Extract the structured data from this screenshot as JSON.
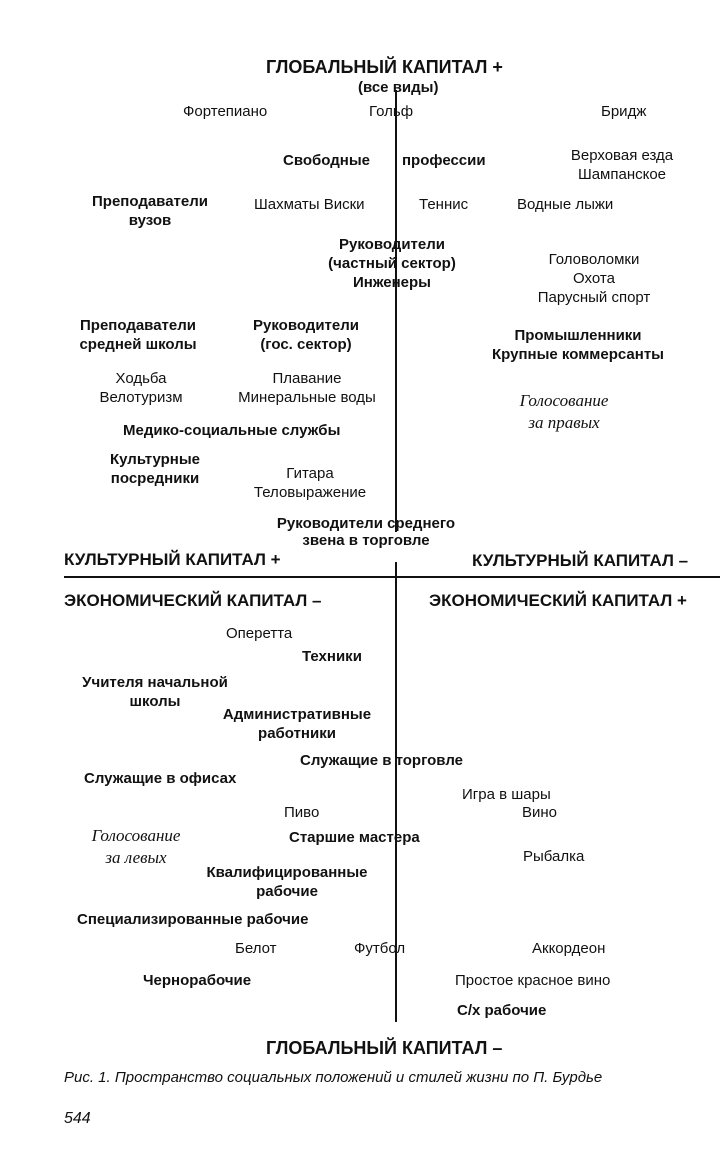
{
  "top_label": "ГЛОБАЛЬНЫЙ КАПИТАЛ +",
  "top_sub": "(все виды)",
  "bottom_label": "ГЛОБАЛЬНЫЙ КАПИТАЛ –",
  "left_upper_axis": "КУЛЬТУРНЫЙ КАПИТАЛ +",
  "right_upper_axis": "КУЛЬТУРНЫЙ КАПИТАЛ –",
  "left_lower_axis": "ЭКОНОМИЧЕСКИЙ КАПИТАЛ –",
  "right_lower_axis": "ЭКОНОМИЧЕСКИЙ КАПИТАЛ +",
  "items": {
    "fortepiano": "Фортепиано",
    "golf": "Гольф",
    "bridge": "Бридж",
    "free_prof_1": "Свободные",
    "free_prof_2": "профессии",
    "riding": "Верховая езда",
    "champagne": "Шампанское",
    "prof_univ": "Преподаватели\nвузов",
    "chess_whisky": "Шахматы Виски",
    "tennis": "Теннис",
    "waterski": "Водные лыжи",
    "managers_private": "Руководители\n(частный сектор)\nИнженеры",
    "puzzles": "Головоломки\nОхота\nПарусный спорт",
    "teachers_secondary": "Преподаватели\nсредней школы",
    "managers_public": "Руководители\n(гос. сектор)",
    "industrialists": "Промышленники\nКрупные коммерсанты",
    "walking": "Ходьба\nВелотуризм",
    "swimming": "Плавание\nМинеральные воды",
    "vote_right": "Голосование\nза правых",
    "medsocial": "Медико-социальные службы",
    "cultural_mediators": "Культурные\nпосредники",
    "guitar": "Гитара\nТеловыражение",
    "middle_managers": "Руководители среднего\nзвена в торговле",
    "operetta": "Оперетта",
    "technicians": "Техники",
    "primary_teachers": "Учителя начальной\nшколы",
    "admin_workers": "Административные\nработники",
    "trade_employees": "Служащие в торговле",
    "office_employees": "Служащие в офисах",
    "petanque": "Игра в шары",
    "beer": "Пиво",
    "wine": "Вино",
    "vote_left": "Голосование\nза левых",
    "foremen": "Старшие мастера",
    "skilled_workers": "Квалифицированные\nрабочие",
    "fishing": "Рыбалка",
    "specialized_workers": "Специализированные рабочие",
    "belote": "Белот",
    "football": "Футбол",
    "accordion": "Аккордеон",
    "laborers": "Чернорабочие",
    "red_wine": "Простое красное вино",
    "farm_workers": "С/х рабочие"
  },
  "caption": "Рис. 1. Пространство социальных положений и стилей жизни по П. Бурдье",
  "page_number": "544"
}
